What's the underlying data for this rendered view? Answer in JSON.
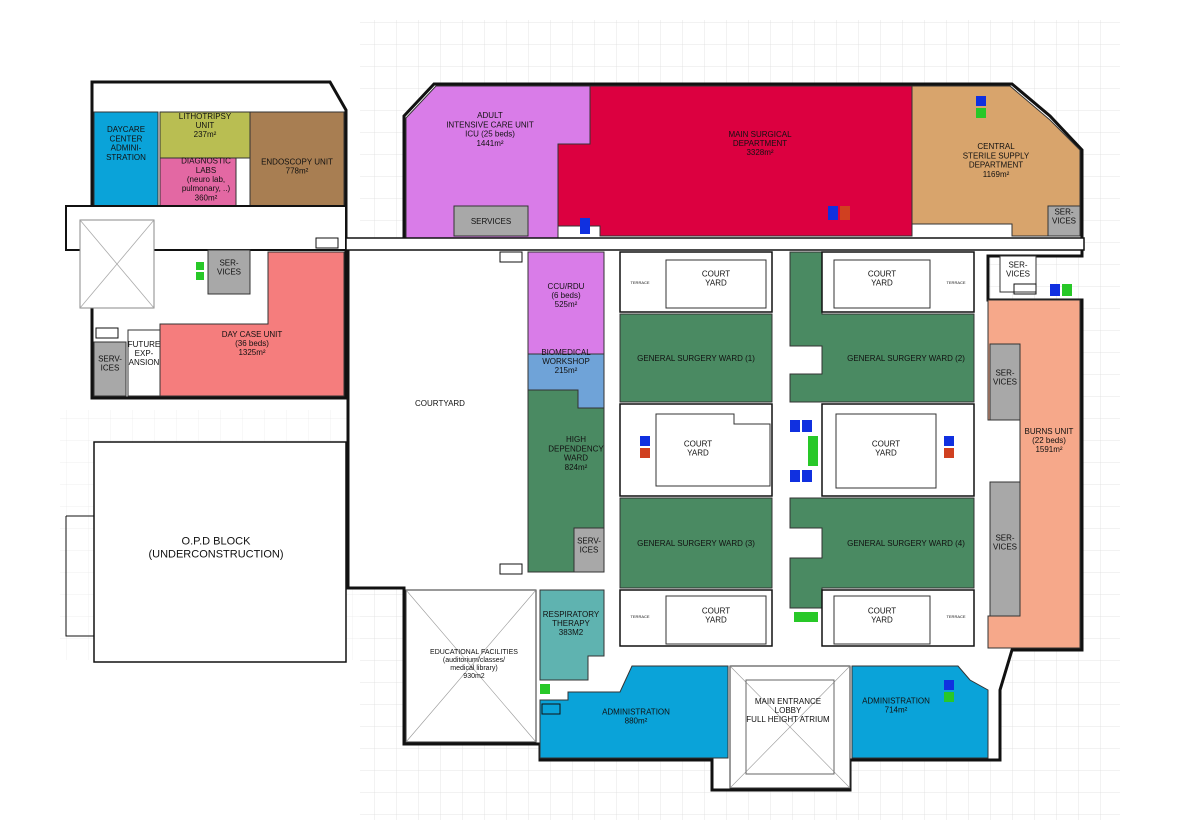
{
  "plan": {
    "rooms": {
      "daycare_admin": "DAYCARE\nCENTER\nADMINI-\nSTRATION",
      "lithotripsy": "LITHOTRIPSY\nUNIT\n237m²",
      "diagnostic_labs": "DIAGNOSTIC\nLABS\n(neuro lab,\npulmonary, ..)\n360m²",
      "endoscopy": "ENDOSCOPY UNIT\n778m²",
      "icu": "ADULT\nINTENSIVE CARE UNIT\nICU (25 beds)\n1441m²",
      "main_surgical": "MAIN SURGICAL\nDEPARTMENT\n3328m²",
      "central_sterile": "CENTRAL\nSTERILE SUPPLY\nDEPARTMENT\n1169m²",
      "services_top": "SERVICES",
      "services_ne": "SER-\nVICES",
      "services_left_mid": "SER-\nVICES",
      "services_far_left": "SERV-\nICES",
      "future_expansion": "FUTURE\nEXP-\nANSION",
      "day_case": "DAY CASE UNIT\n(36 beds)\n1325m²",
      "ccu": "CCU/RDU\n(6 beds)\n525m²",
      "biomedical": "BIOMEDICAL\nWORKSHOP\n215m²",
      "high_dependency": "HIGH\nDEPENDENCY\nWARD\n824m²",
      "services_hdw": "SERV-\nICES",
      "gsw1": "GENERAL SURGERY WARD (1)",
      "gsw2": "GENERAL SURGERY WARD (2)",
      "gsw3": "GENERAL SURGERY WARD (3)",
      "gsw4": "GENERAL SURGERY WARD (4)",
      "courtyard_tl": "COURT\nYARD",
      "courtyard_tr": "COURT\nYARD",
      "courtyard_ml": "COURT\nYARD",
      "courtyard_mr": "COURT\nYARD",
      "courtyard_bl": "COURT\nYARD",
      "courtyard_br": "COURT\nYARD",
      "courtyard_open": "COURTYARD",
      "services_right_top": "SER-\nVICES",
      "services_right_mid": "SER-\nVICES",
      "services_right_low": "SER-\nVICES",
      "burns": "BURNS UNIT\n(22 beds)\n1591m²",
      "opd": "O.P.D BLOCK\n(UNDERCONSTRUCTION)",
      "respiratory": "RESPIRATORY\nTHERAPY\n383M2",
      "educational": "EDUCATIONAL FACILITIES\n(auditorium/classes/\nmedical library)\n930m2",
      "admin_left": "ADMINISTRATION\n880m²",
      "lobby": "MAIN ENTRANCE\nLOBBY\nFULL HEIGHT ATRIUM",
      "admin_right": "ADMINISTRATION\n714m²",
      "terrace": "TERRACE"
    },
    "colors": {
      "daycare": "#0aa3d9",
      "lithotripsy": "#b9be52",
      "diagnostic": "#e368a3",
      "endoscopy": "#a87e52",
      "icu": "#d97ce8",
      "surgical": "#dc0040",
      "sterile": "#d8a46c",
      "services": "#a8a8a8",
      "day_case": "#f57d7d",
      "ward": "#4a8a62",
      "biomedical": "#6fa3d8",
      "burns": "#f6a88a",
      "respiratory": "#5fb3b0",
      "admin": "#0aa3d9",
      "core_blue": "#1030e0",
      "core_green": "#28c828",
      "core_red": "#d04020"
    }
  }
}
